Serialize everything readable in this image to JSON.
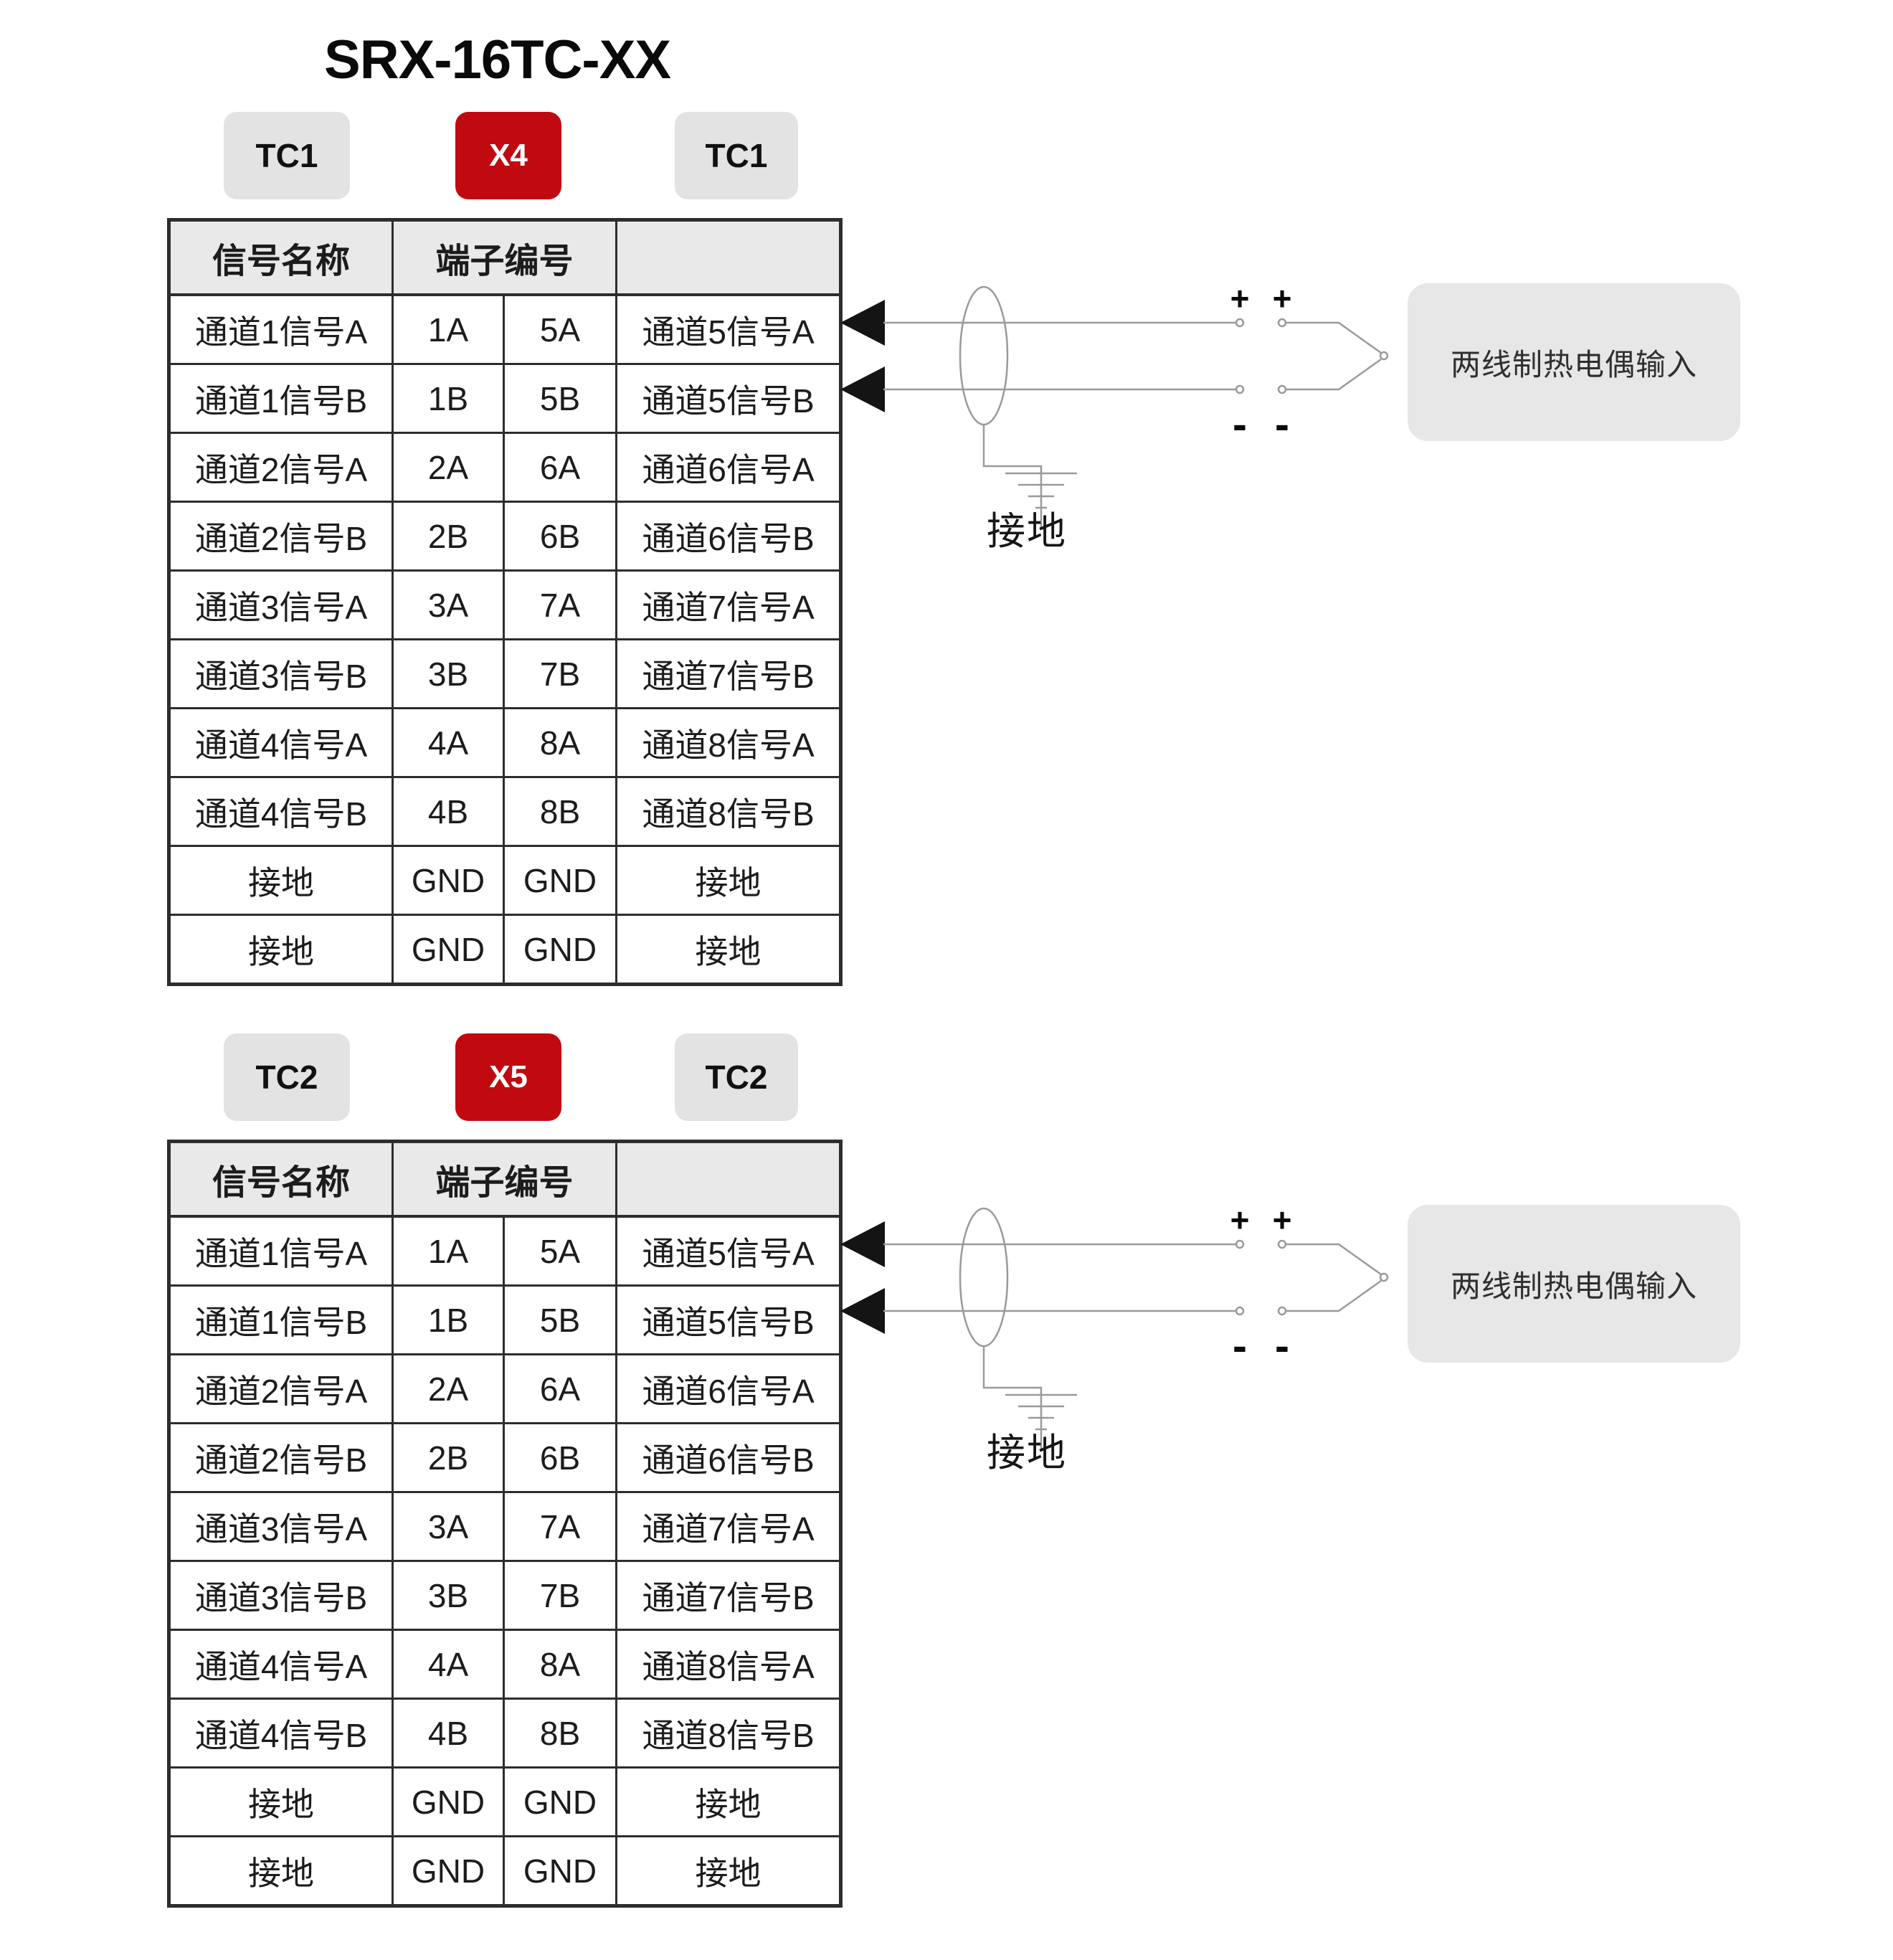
{
  "page": {
    "title": "SRX-16TC-XX",
    "background": "#ffffff"
  },
  "colors": {
    "accent_red": "#c00a10",
    "badge_gray": "#e3e3e3",
    "table_header_gray": "#e9e9e9",
    "diagram_line_gray": "#9a9a9a",
    "callout_box_gray": "#e7e7e7",
    "border_dark": "#2d2d2d"
  },
  "sections": [
    {
      "id": "tc1-x4",
      "badges": {
        "left": "TC1",
        "center": "X4",
        "right": "TC1"
      },
      "table": {
        "header": {
          "signal_name": "信号名称",
          "terminal_number": "端子编号",
          "right_blank": ""
        },
        "rows": [
          {
            "c1": "通道1信号A",
            "c2": "1A",
            "c3": "5A",
            "c4": "通道5信号A"
          },
          {
            "c1": "通道1信号B",
            "c2": "1B",
            "c3": "5B",
            "c4": "通道5信号B"
          },
          {
            "c1": "通道2信号A",
            "c2": "2A",
            "c3": "6A",
            "c4": "通道6信号A"
          },
          {
            "c1": "通道2信号B",
            "c2": "2B",
            "c3": "6B",
            "c4": "通道6信号B"
          },
          {
            "c1": "通道3信号A",
            "c2": "3A",
            "c3": "7A",
            "c4": "通道7信号A"
          },
          {
            "c1": "通道3信号B",
            "c2": "3B",
            "c3": "7B",
            "c4": "通道7信号B"
          },
          {
            "c1": "通道4信号A",
            "c2": "4A",
            "c3": "8A",
            "c4": "通道8信号A"
          },
          {
            "c1": "通道4信号B",
            "c2": "4B",
            "c3": "8B",
            "c4": "通道8信号B"
          },
          {
            "c1": "接地",
            "c2": "GND",
            "c3": "GND",
            "c4": "接地"
          },
          {
            "c1": "接地",
            "c2": "GND",
            "c3": "GND",
            "c4": "接地"
          }
        ]
      },
      "wiring": {
        "plus": "+",
        "minus": "-",
        "ground_label": "接地",
        "callout": "两线制热电偶输入"
      }
    },
    {
      "id": "tc2-x5",
      "badges": {
        "left": "TC2",
        "center": "X5",
        "right": "TC2"
      },
      "table": {
        "header": {
          "signal_name": "信号名称",
          "terminal_number": "端子编号",
          "right_blank": ""
        },
        "rows": [
          {
            "c1": "通道1信号A",
            "c2": "1A",
            "c3": "5A",
            "c4": "通道5信号A"
          },
          {
            "c1": "通道1信号B",
            "c2": "1B",
            "c3": "5B",
            "c4": "通道5信号B"
          },
          {
            "c1": "通道2信号A",
            "c2": "2A",
            "c3": "6A",
            "c4": "通道6信号A"
          },
          {
            "c1": "通道2信号B",
            "c2": "2B",
            "c3": "6B",
            "c4": "通道6信号B"
          },
          {
            "c1": "通道3信号A",
            "c2": "3A",
            "c3": "7A",
            "c4": "通道7信号A"
          },
          {
            "c1": "通道3信号B",
            "c2": "3B",
            "c3": "7B",
            "c4": "通道7信号B"
          },
          {
            "c1": "通道4信号A",
            "c2": "4A",
            "c3": "8A",
            "c4": "通道8信号A"
          },
          {
            "c1": "通道4信号B",
            "c2": "4B",
            "c3": "8B",
            "c4": "通道8信号B"
          },
          {
            "c1": "接地",
            "c2": "GND",
            "c3": "GND",
            "c4": "接地"
          },
          {
            "c1": "接地",
            "c2": "GND",
            "c3": "GND",
            "c4": "接地"
          }
        ]
      },
      "wiring": {
        "plus": "+",
        "minus": "-",
        "ground_label": "接地",
        "callout": "两线制热电偶输入"
      }
    }
  ]
}
